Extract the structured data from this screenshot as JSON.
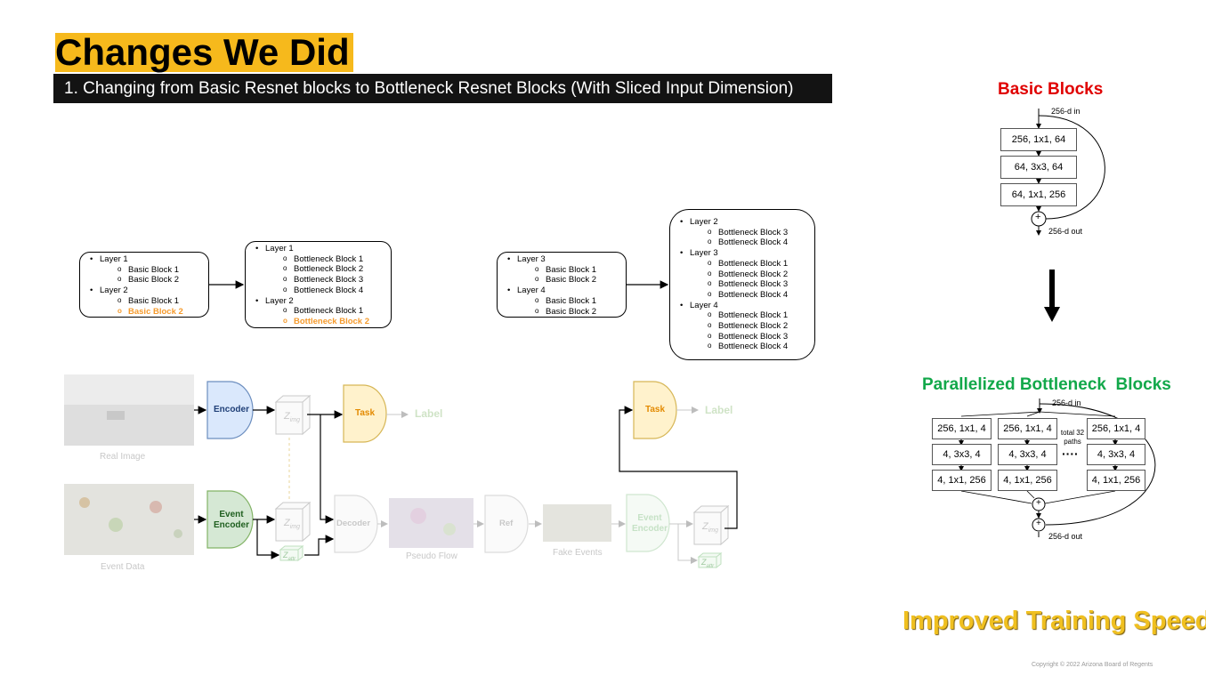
{
  "slide": {
    "title": "Changes We Did",
    "subtitle": "1. Changing from Basic Resnet blocks to Bottleneck Resnet Blocks (With Sliced Input Dimension)",
    "improved": "Improved Training Speed!",
    "copyright": "Copyright © 2022 Arizona Board of Regents"
  },
  "lists": {
    "box1": [
      {
        "level": 1,
        "text": "Layer 1"
      },
      {
        "level": 2,
        "text": "Basic Block 1"
      },
      {
        "level": 2,
        "text": "Basic Block 2"
      },
      {
        "level": 1,
        "text": "Layer 2"
      },
      {
        "level": 2,
        "text": "Basic Block 1"
      },
      {
        "level": 2,
        "text": "Basic Block 2",
        "highlight": true
      }
    ],
    "box2": [
      {
        "level": 1,
        "text": "Layer 1"
      },
      {
        "level": 2,
        "text": "Bottleneck Block 1"
      },
      {
        "level": 2,
        "text": "Bottleneck Block 2"
      },
      {
        "level": 2,
        "text": "Bottleneck Block 3"
      },
      {
        "level": 2,
        "text": "Bottleneck Block 4"
      },
      {
        "level": 1,
        "text": "Layer 2"
      },
      {
        "level": 2,
        "text": "Bottleneck Block 1"
      },
      {
        "level": 2,
        "text": "Bottleneck Block 2",
        "highlight": true
      }
    ],
    "box3": [
      {
        "level": 1,
        "text": "Layer 3"
      },
      {
        "level": 2,
        "text": "Basic Block 1"
      },
      {
        "level": 2,
        "text": "Basic Block 2"
      },
      {
        "level": 1,
        "text": "Layer 4"
      },
      {
        "level": 2,
        "text": "Basic Block 1"
      },
      {
        "level": 2,
        "text": "Basic Block 2"
      }
    ],
    "box4": [
      {
        "level": 1,
        "text": "Layer 2"
      },
      {
        "level": 2,
        "text": "Bottleneck Block 3"
      },
      {
        "level": 2,
        "text": "Bottleneck Block 4"
      },
      {
        "level": 1,
        "text": "Layer 3"
      },
      {
        "level": 2,
        "text": "Bottleneck Block 1"
      },
      {
        "level": 2,
        "text": "Bottleneck Block 2"
      },
      {
        "level": 2,
        "text": "Bottleneck Block 3"
      },
      {
        "level": 2,
        "text": "Bottleneck Block 4"
      },
      {
        "level": 1,
        "text": "Layer 4"
      },
      {
        "level": 2,
        "text": "Bottleneck Block 1"
      },
      {
        "level": 2,
        "text": "Bottleneck Block 2"
      },
      {
        "level": 2,
        "text": "Bottleneck Block 3"
      },
      {
        "level": 2,
        "text": "Bottleneck Block 4"
      }
    ]
  },
  "basic": {
    "heading": "Basic Blocks",
    "in_label": "256-d in",
    "out_label": "256-d out",
    "layers": [
      "256, 1x1, 64",
      "64, 3x3, 64",
      "64, 1x1, 256"
    ],
    "plus": "+"
  },
  "parallel": {
    "heading": "Parallelized Bottleneck  Blocks",
    "in_label": "256-d in",
    "out_label": "256-d out",
    "col": [
      "256, 1x1, 4",
      "4, 3x3, 4",
      "4, 1x1, 256"
    ],
    "total_label_1": "total 32",
    "total_label_2": "paths",
    "dots": "····",
    "plus": "+"
  },
  "pipeline": {
    "encoder": "Encoder",
    "task1": "Task",
    "label1": "Label",
    "real_image": "Real Image",
    "event_encoder_1": "Event",
    "event_encoder_2": "Encoder",
    "event_data": "Event Data",
    "decoder": "Decoder",
    "pseudo_flow": "Pseudo Flow",
    "ref": "Ref",
    "fake_events": "Fake Events",
    "event_encoder2_1": "Event",
    "event_encoder2_2": "Encoder",
    "task2": "Task",
    "label2": "Label",
    "z_img": "Z",
    "z_img_sub": "img",
    "z_attr_sub": "attr"
  },
  "colors": {
    "title_bg": "#f6b91c",
    "encoder_fill": "#dae8fc",
    "encoder_stroke": "#6c8ebf",
    "task_fill": "#fff2cc",
    "task_stroke": "#d6b656",
    "event_fill": "#d5e8d4",
    "event_stroke": "#82b366",
    "highlight": "#f59a2c"
  }
}
